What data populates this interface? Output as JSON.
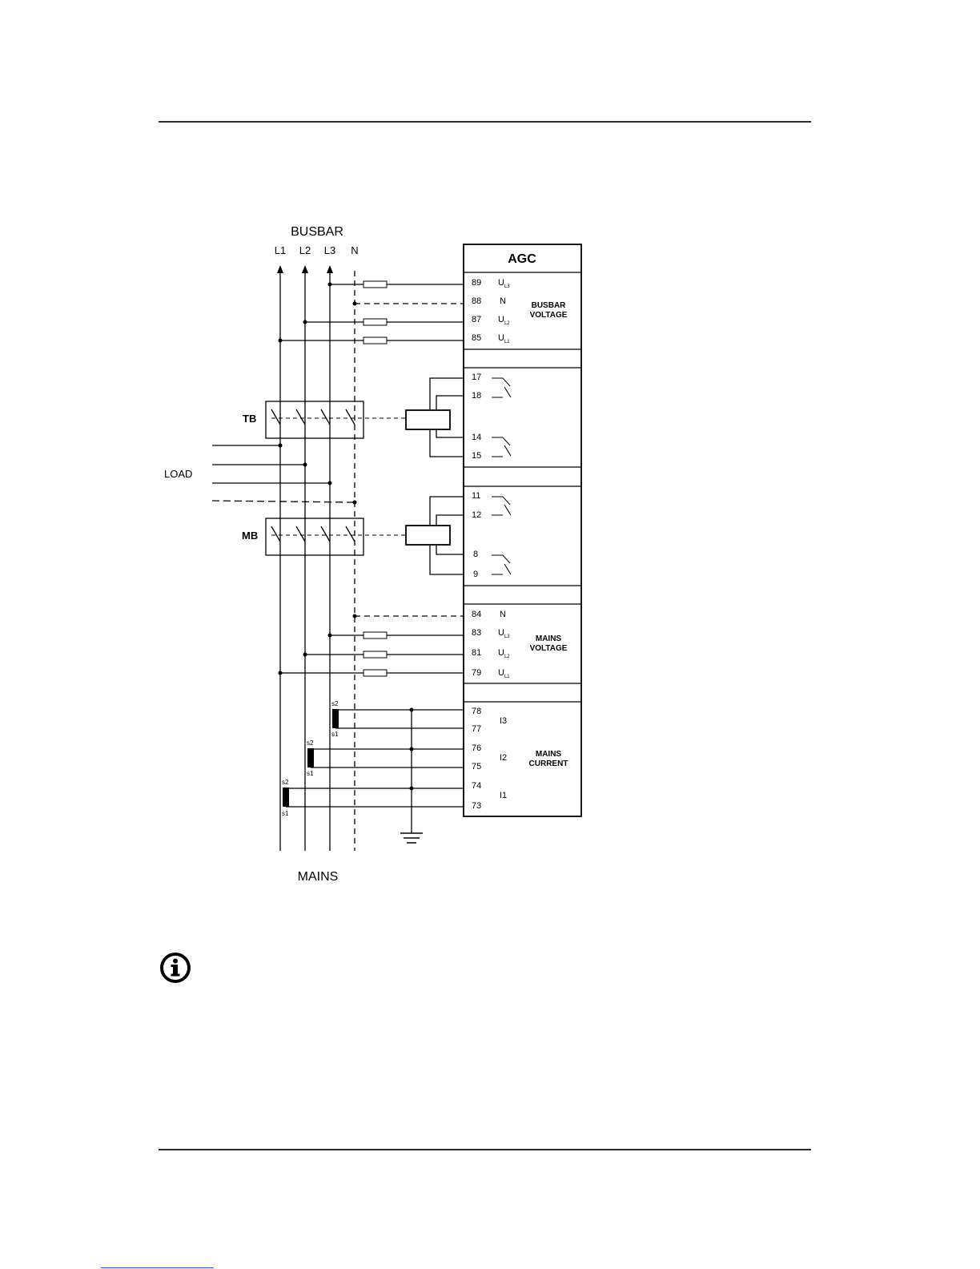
{
  "labels": {
    "busbar": "BUSBAR",
    "mains": "MAINS",
    "load": "LOAD",
    "tb": "TB",
    "mb": "MB",
    "agc": "AGC",
    "phases": [
      "L1",
      "L2",
      "L3",
      "N"
    ]
  },
  "sections": {
    "busbar_voltage": [
      "BUSBAR",
      "VOLTAGE"
    ],
    "mains_voltage": [
      "MAINS",
      "VOLTAGE"
    ],
    "mains_current": [
      "MAINS",
      "CURRENT"
    ]
  },
  "terminals": {
    "busbar": [
      {
        "num": "89",
        "sig": "U",
        "sub": "L3"
      },
      {
        "num": "88",
        "sig": "N",
        "sub": ""
      },
      {
        "num": "87",
        "sig": "U",
        "sub": "L2"
      },
      {
        "num": "85",
        "sig": "U",
        "sub": "L1"
      }
    ],
    "tb_relay": [
      "17",
      "18",
      "14",
      "15"
    ],
    "mb_relay": [
      "11",
      "12",
      "8",
      "9"
    ],
    "mains_voltage": [
      {
        "num": "84",
        "sig": "N",
        "sub": ""
      },
      {
        "num": "83",
        "sig": "U",
        "sub": "L3"
      },
      {
        "num": "81",
        "sig": "U",
        "sub": "L2"
      },
      {
        "num": "79",
        "sig": "U",
        "sub": "L1"
      }
    ],
    "mains_current": [
      "78",
      "77",
      "76",
      "75",
      "74",
      "73"
    ],
    "current_signals": [
      "I3",
      "I2",
      "I1"
    ],
    "ct_s2": "s2",
    "ct_s1": "s1"
  },
  "icons": {
    "note": "info-icon"
  }
}
